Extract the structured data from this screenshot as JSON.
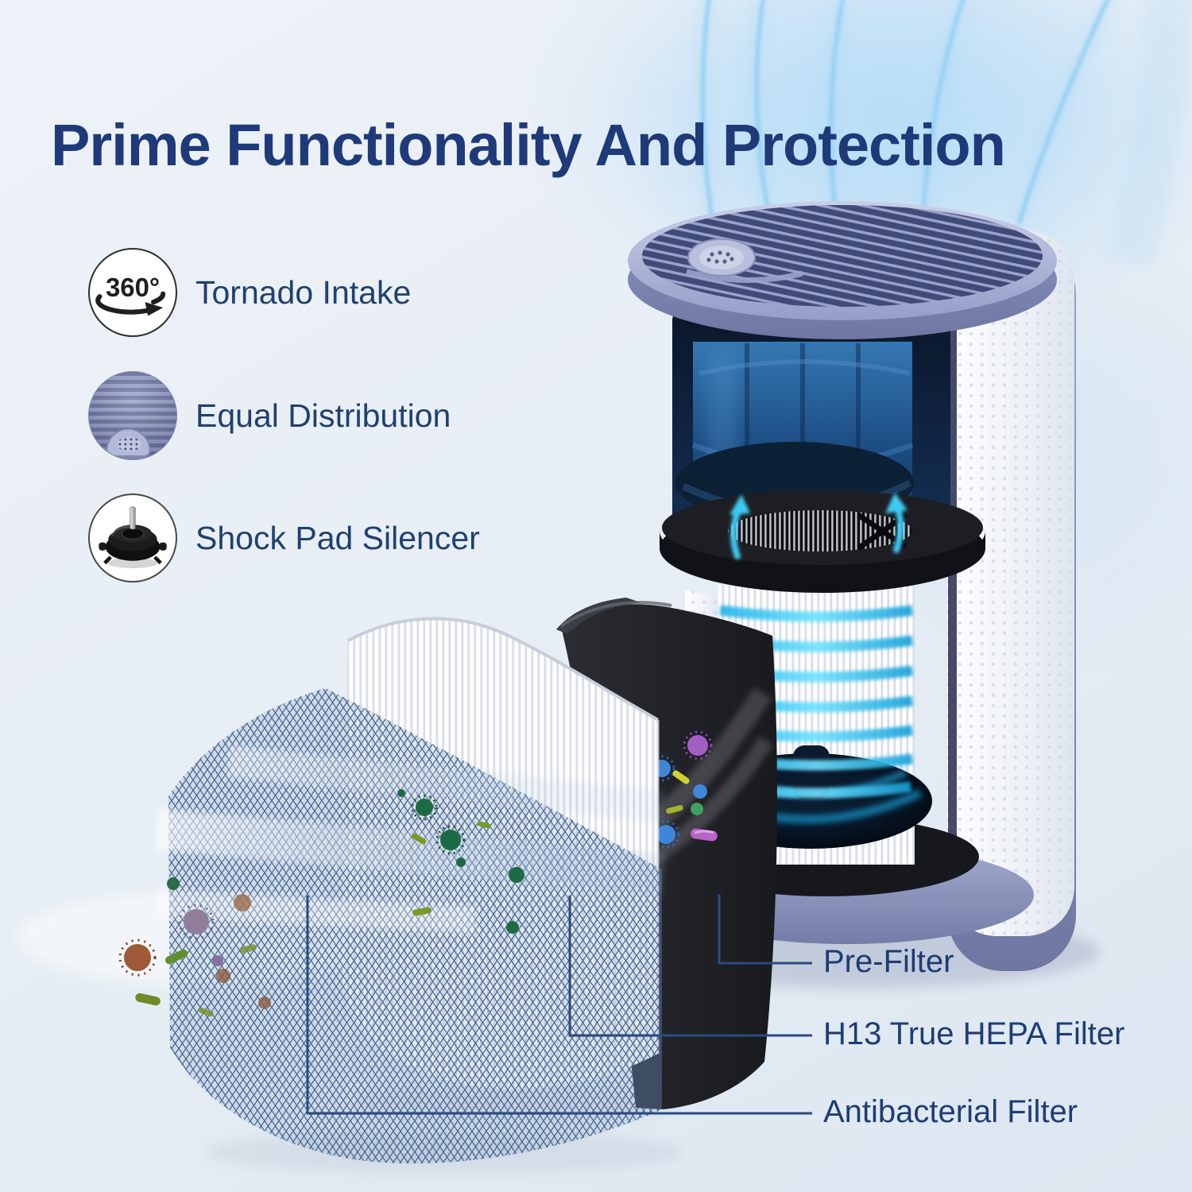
{
  "title": "Prime Functionality And Protection",
  "features": [
    {
      "icon": "360-rotation-icon",
      "icon_text": "360°",
      "label": "Tornado Intake"
    },
    {
      "icon": "top-grille-photo-icon",
      "label": "Equal Distribution"
    },
    {
      "icon": "motor-photo-icon",
      "label": "Shock Pad Silencer"
    }
  ],
  "filter_callouts": [
    {
      "label": "Pre-Filter"
    },
    {
      "label": "H13 True HEPA Filter"
    },
    {
      "label": "Antibacterial Filter"
    }
  ],
  "colors": {
    "title_navy": "#1e3a78",
    "feature_label_navy": "#20416f",
    "callout_label_navy": "#1e3d74",
    "leader_line": "#2b4a80",
    "airflow_cyan": "#3ecbf5",
    "stream_blue": "#8fcdf4",
    "mesh_blue": "#2f5383",
    "device_lavender": "#97a0c8",
    "hepa_glow_cyan": "#2ec1f0"
  }
}
